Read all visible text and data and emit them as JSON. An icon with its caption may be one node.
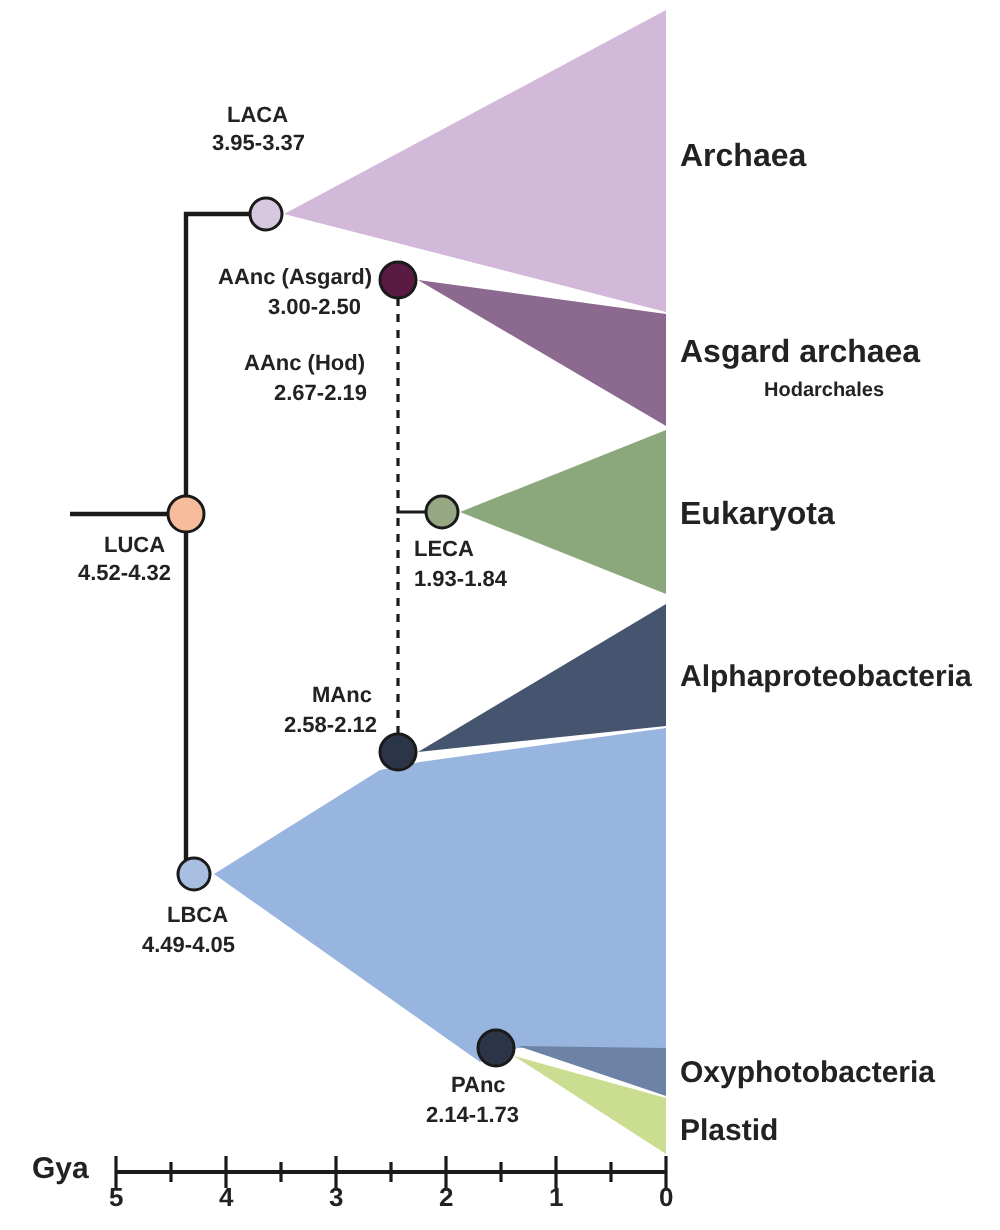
{
  "diagram": {
    "nodes": [
      {
        "text": [],
        "shape": "triangle",
        "beside": [
          "Archaea"
        ]
      },
      {
        "text": [],
        "shape": "circle",
        "beside": [
          "LACA",
          "3.95-3.37"
        ]
      },
      {
        "text": [],
        "shape": "circle",
        "beside": [
          "AAnc (Asgard)",
          "3.00-2.50"
        ]
      },
      {
        "text": [],
        "shape": "triangle",
        "beside": [
          "Asgard archaea",
          "Hodarchales"
        ]
      },
      {
        "text": [],
        "shape": "circle",
        "beside": [
          "LUCA",
          "4.52-4.32"
        ]
      },
      {
        "text": [],
        "shape": "triangle",
        "beside": [
          "Eukaryota"
        ]
      },
      {
        "text": [],
        "shape": "circle",
        "beside": [
          "LECA",
          "1.93-1.84"
        ]
      },
      {
        "text": [],
        "shape": "triangle",
        "beside": [
          "Alphaproteobacteria"
        ]
      },
      {
        "text": [],
        "shape": "circle",
        "beside": [
          "MAnc",
          "2.58-2.12"
        ]
      },
      {
        "text": [],
        "shape": "circle"
      },
      {
        "text": [],
        "shape": "polygon"
      },
      {
        "text": [],
        "shape": "circle"
      },
      {
        "text": [],
        "shape": "triangle",
        "beside": [
          "Oxyphotobacteria"
        ]
      },
      {
        "text": [],
        "shape": "triangle",
        "beside": [
          "Plastid"
        ]
      }
    ],
    "edges": [
      {
        "from": null,
        "to": 4,
        "arrow": "none"
      },
      {
        "from": 4,
        "to": 1,
        "arrow": "none"
      },
      {
        "from": 4,
        "to": 9,
        "arrow": "none"
      },
      {
        "from": 2,
        "to": 6,
        "arrow": "none",
        "style": "dashed"
      },
      {
        "from": 8,
        "to": 6,
        "arrow": "none",
        "style": "dashed"
      }
    ],
    "labels": [
      "AAnc (Hod)",
      "2.67-2.19",
      "LBCA",
      "4.49-4.05",
      "PAnc",
      "2.14-1.73",
      "Gya",
      "5",
      "4",
      "3",
      "2",
      "1",
      "0"
    ]
  }
}
